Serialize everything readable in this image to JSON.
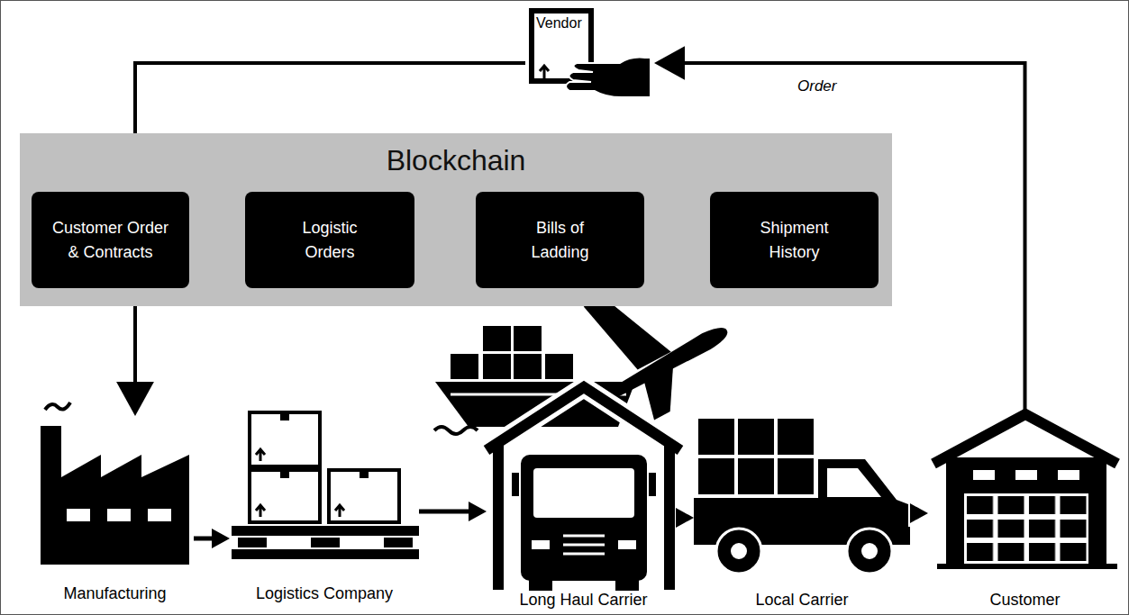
{
  "diagram": {
    "nodes": [
      {
        "text": [
          "Vendor"
        ]
      },
      {
        "text": [
          "Blockchain"
        ]
      },
      {
        "text": [
          "Customer Order & Contracts"
        ],
        "in": 1
      },
      {
        "text": [
          "Logistic Orders"
        ],
        "in": 1
      },
      {
        "text": [
          "Bills of Ladding"
        ],
        "in": 1
      },
      {
        "text": [
          "Shipment History"
        ],
        "in": 1
      },
      {
        "text": [
          "Manufacturing"
        ]
      },
      {
        "text": [
          "Logistics Company"
        ]
      },
      {
        "text": [
          "Long Haul Carrier"
        ]
      },
      {
        "text": [
          "Local Carrier"
        ]
      },
      {
        "text": [
          "Customer"
        ]
      }
    ],
    "edges": [
      {
        "from": 0,
        "to": 6,
        "arrow": "to"
      },
      {
        "from": 6,
        "to": 7,
        "arrow": "to"
      },
      {
        "from": 7,
        "to": 8,
        "arrow": "to"
      },
      {
        "from": 8,
        "to": 9,
        "arrow": "to"
      },
      {
        "from": 9,
        "to": 10,
        "arrow": "to"
      },
      {
        "from": 10,
        "to": 0,
        "label": "Order",
        "arrow": "to"
      }
    ]
  }
}
